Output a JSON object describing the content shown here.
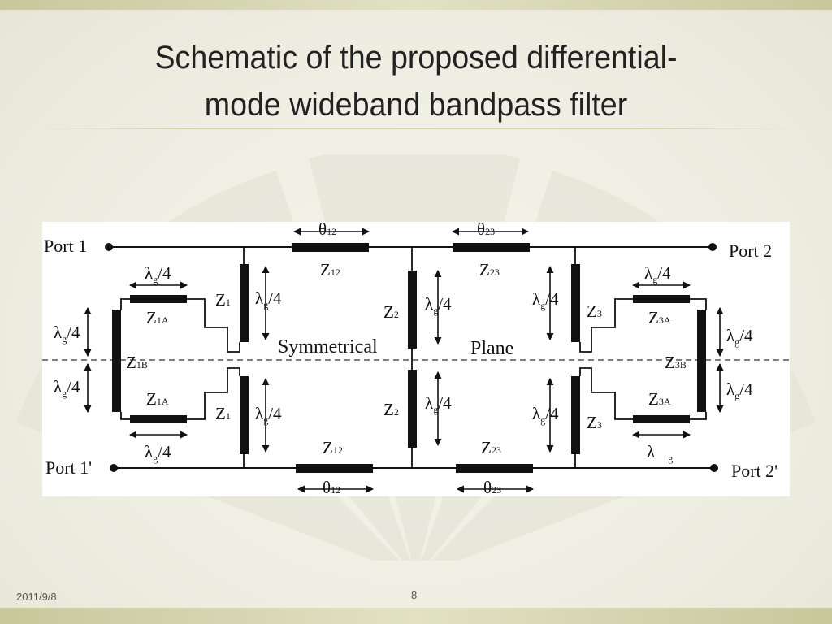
{
  "slide": {
    "title_line1": "Schematic of the proposed differential-",
    "title_line2": "mode wideband bandpass filter",
    "date": "2011/9/8",
    "page_number": "8"
  },
  "diagram": {
    "ports": {
      "p1": "Port 1",
      "p2": "Port 2",
      "p1b": "Port 1'",
      "p2b": "Port 2'"
    },
    "theta12": "θ",
    "theta12_sub": "12",
    "theta23": "θ",
    "theta23_sub": "23",
    "z": "Z",
    "sub_12": "12",
    "sub_23": "23",
    "sub_1": "1",
    "sub_2": "2",
    "sub_3": "3",
    "sub_1a": "1A",
    "sub_1b": "1B",
    "sub_3a": "3A",
    "sub_3b": "3B",
    "lambda": "λ",
    "g": "g",
    "over4": "/4",
    "symmetrical": "Symmetrical",
    "plane": "Plane"
  }
}
